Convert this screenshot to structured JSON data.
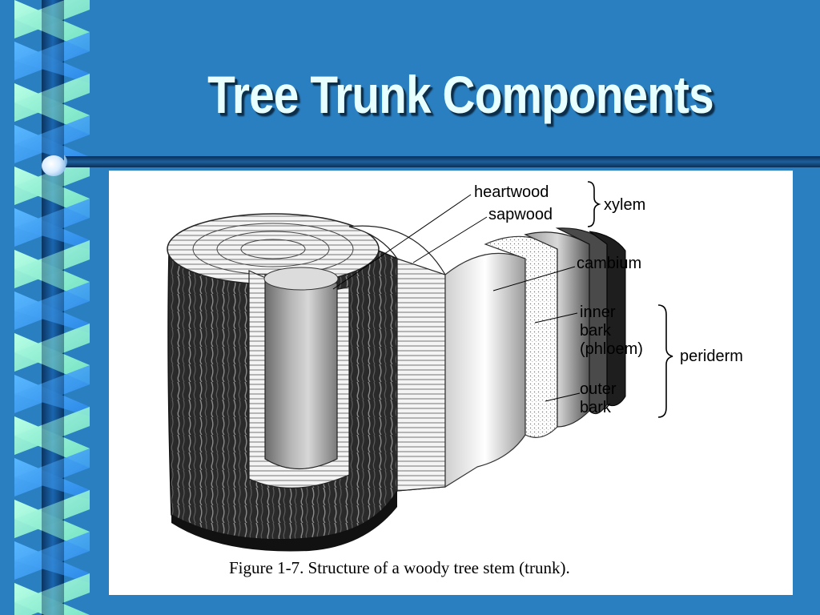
{
  "slide": {
    "title": "Tree Trunk Components"
  },
  "diagram": {
    "labels": {
      "heartwood": "heartwood",
      "sapwood": "sapwood",
      "xylem": "xylem",
      "cambium": "cambium",
      "inner_bark_line1": "inner",
      "inner_bark_line2": "bark",
      "inner_bark_line3": "(phloem)",
      "outer_bark_line1": "outer",
      "outer_bark_line2": "bark",
      "periderm": "periderm"
    },
    "caption": "Figure 1-7.  Structure of a woody tree stem (trunk)."
  },
  "colors": {
    "background": "#2a7fc0",
    "title_text": "#e7ffff",
    "border_light": "#8ff0ce",
    "border_blue": "#3aa0ff",
    "rule_dark": "#0e3a66"
  }
}
